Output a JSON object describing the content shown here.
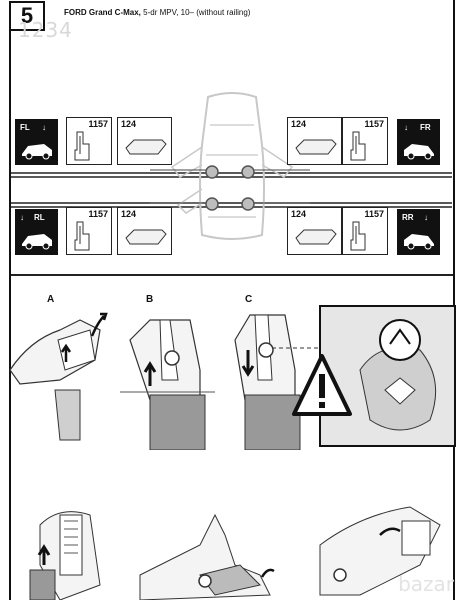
{
  "header": {
    "step_number": "5",
    "model": "FORD Grand C-Max,",
    "details": "5-dr MPV, 10– (without railing)",
    "watermark": "1234"
  },
  "positions": {
    "fl": {
      "label": "FL",
      "foot_part": "1157",
      "pad_part": "124"
    },
    "fr": {
      "label": "FR",
      "foot_part": "1157",
      "pad_part": "124"
    },
    "rl": {
      "label": "RL",
      "foot_part": "1157",
      "pad_part": "124"
    },
    "rr": {
      "label": "RR",
      "foot_part": "1157",
      "pad_part": "124"
    }
  },
  "steps": {
    "a": "A",
    "b": "B",
    "c": "C"
  },
  "footer": {
    "watermark": "bazar"
  }
}
